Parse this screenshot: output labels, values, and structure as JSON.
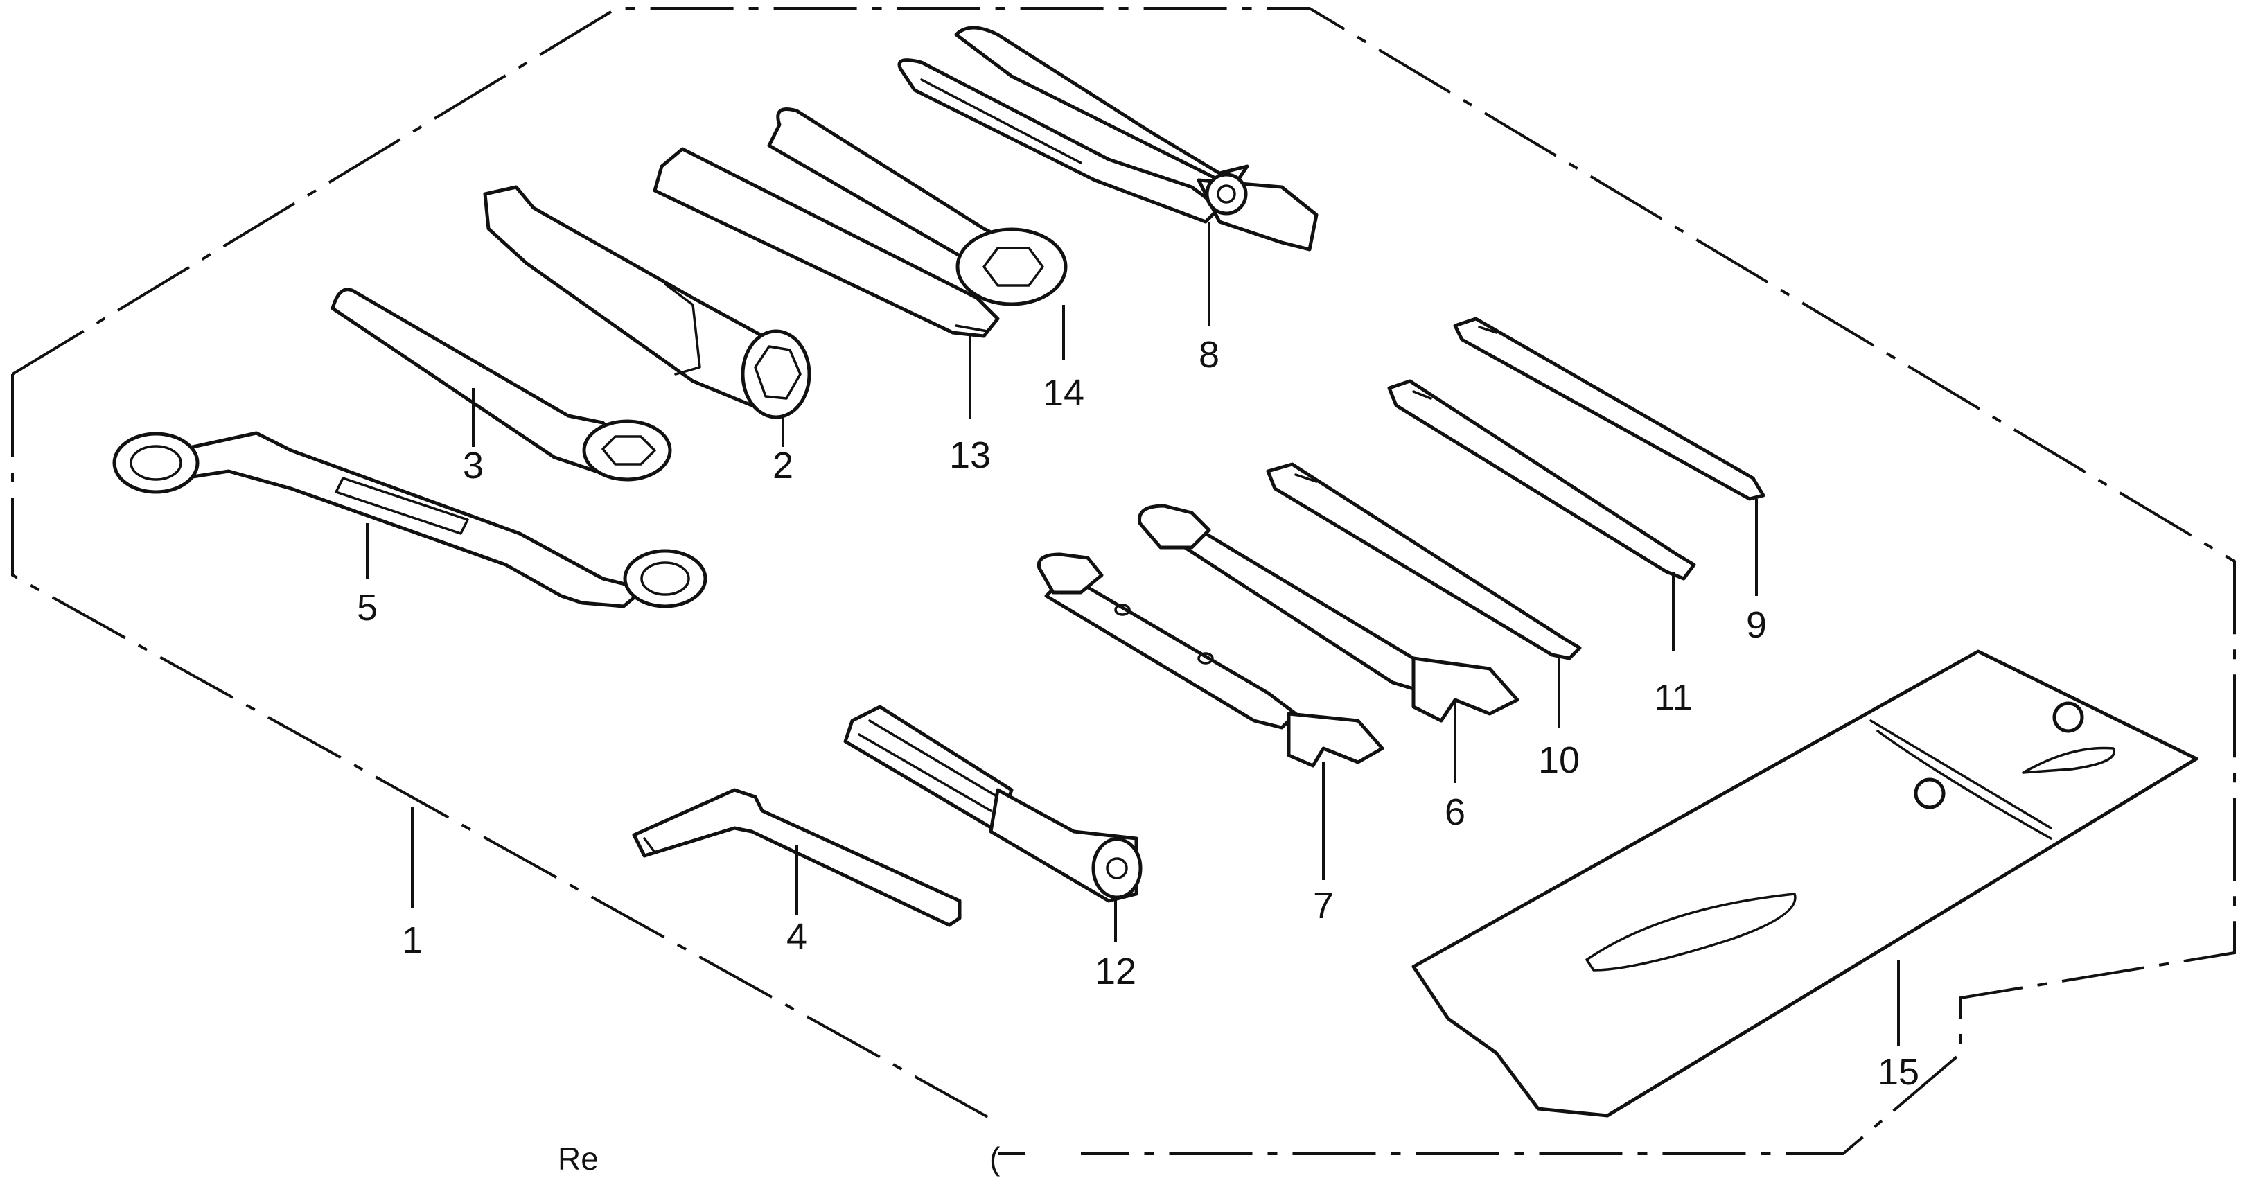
{
  "callouts": {
    "c1": "1",
    "c2": "2",
    "c3": "3",
    "c4": "4",
    "c5": "5",
    "c6": "6",
    "c7": "7",
    "c8": "8",
    "c9": "9",
    "c10": "10",
    "c11": "11",
    "c12": "12",
    "c13": "13",
    "c14": "14",
    "c15": "15"
  },
  "footer": {
    "left_fragment": "Re",
    "right_fragment": "("
  },
  "colors": {
    "line": "#111111",
    "background": "#ffffff"
  }
}
